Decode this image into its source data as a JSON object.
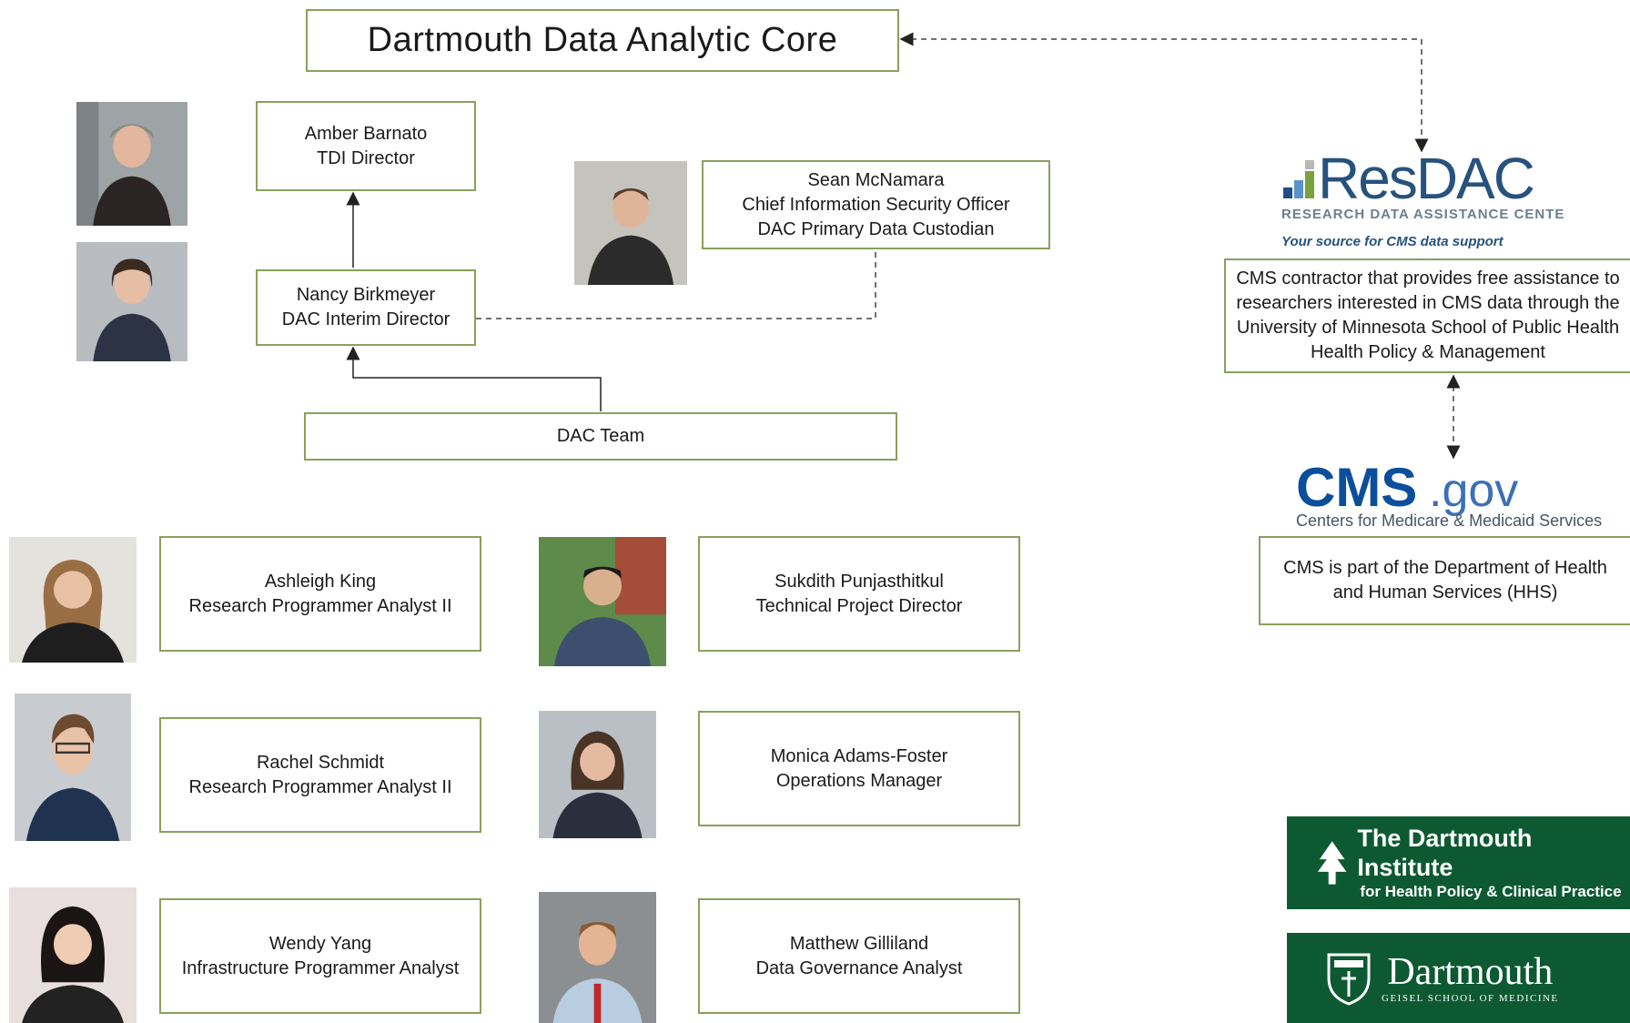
{
  "title": "Dartmouth Data Analytic Core",
  "leadership": {
    "amber": {
      "name": "Amber Barnato",
      "role": "TDI Director"
    },
    "nancy": {
      "name": "Nancy Birkmeyer",
      "role": "DAC Interim Director"
    },
    "sean": {
      "name": "Sean McNamara",
      "role": "Chief Information Security Officer",
      "role2": "DAC Primary Data Custodian"
    },
    "team": "DAC Team"
  },
  "staff": [
    {
      "name": "Ashleigh King",
      "role": "Research Programmer Analyst II"
    },
    {
      "name": "Rachel Schmidt",
      "role": "Research Programmer Analyst II"
    },
    {
      "name": "Wendy Yang",
      "role": "Infrastructure Programmer Analyst"
    },
    {
      "name": "Sukdith Punjasthitkul",
      "role": "Technical Project Director"
    },
    {
      "name": "Monica Adams-Foster",
      "role": "Operations Manager"
    },
    {
      "name": "Matthew Gilliland",
      "role": "Data Governance Analyst"
    }
  ],
  "resdac": {
    "logo_text": "ResDAC",
    "subtitle": "RESEARCH DATA ASSISTANCE CENTER",
    "tagline": "Your source for CMS data support",
    "description": [
      "CMS contractor that provides free assistance to",
      "researchers interested in CMS data through the",
      "University of Minnesota School of Public Health",
      "Health Policy & Management"
    ]
  },
  "cms": {
    "logo_main": "CMS",
    "logo_suffix": ".gov",
    "subtitle": "Centers for Medicare & Medicaid Services",
    "description": [
      "CMS is part of the Department of Health",
      "and Human Services (HHS)"
    ]
  },
  "tdi": {
    "line1": "The Dartmouth Institute",
    "line2": "for Health Policy & Clinical Practice"
  },
  "geisel": {
    "line1": "Dartmouth",
    "line2": "GEISEL SCHOOL OF MEDICINE"
  },
  "colors": {
    "border": "#8aa05e",
    "green": "#0d5a32",
    "cms_blue": "#0b4f9c",
    "resdac_blue": "#27527e"
  }
}
